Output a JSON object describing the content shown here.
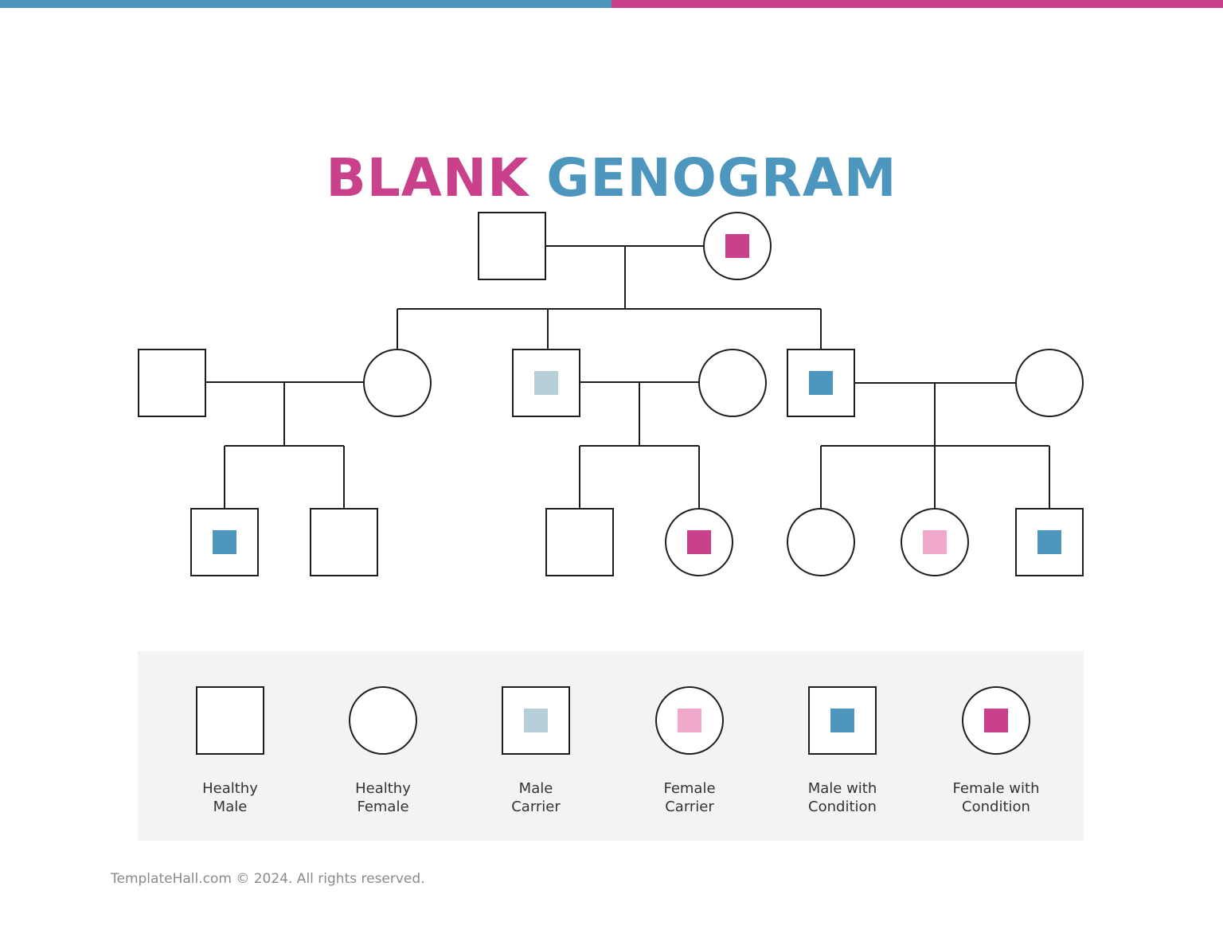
{
  "colors": {
    "blue": "#4d97bf",
    "magenta": "#c9418b",
    "light_blue": "#b6cfd8",
    "light_pink": "#f0a9cb",
    "line": "#1e1e1e",
    "legend_bg": "#f4f3f3",
    "footer_text": "#8a8a8a"
  },
  "title": {
    "part1": "BLANK",
    "part2": "GENOGRAM"
  },
  "symbol_types": {
    "healthy-male": {
      "shape": "square",
      "fill": null
    },
    "healthy-female": {
      "shape": "circle",
      "fill": null
    },
    "male-carrier": {
      "shape": "square",
      "fill": "light_blue"
    },
    "female-carrier": {
      "shape": "circle",
      "fill": "light_pink"
    },
    "male-condition": {
      "shape": "square",
      "fill": "blue"
    },
    "female-condition": {
      "shape": "circle",
      "fill": "magenta"
    }
  },
  "genogram": {
    "generation_1": [
      "healthy-male",
      "female-condition"
    ],
    "generation_2": [
      [
        "healthy-male",
        "healthy-female"
      ],
      [
        "male-carrier",
        "healthy-female"
      ],
      [
        "male-condition",
        "healthy-female"
      ]
    ],
    "generation_3": [
      [
        "male-condition",
        "healthy-male"
      ],
      [
        "healthy-male",
        "female-condition"
      ],
      [
        "healthy-female",
        "female-carrier",
        "male-condition"
      ]
    ]
  },
  "legend": [
    {
      "type": "healthy-male",
      "label": "Healthy\nMale"
    },
    {
      "type": "healthy-female",
      "label": "Healthy\nFemale"
    },
    {
      "type": "male-carrier",
      "label": "Male\nCarrier"
    },
    {
      "type": "female-carrier",
      "label": "Female\nCarrier"
    },
    {
      "type": "male-condition",
      "label": "Male with\nCondition"
    },
    {
      "type": "female-condition",
      "label": "Female with\nCondition"
    }
  ],
  "footer": "TemplateHall.com © 2024. All rights reserved."
}
